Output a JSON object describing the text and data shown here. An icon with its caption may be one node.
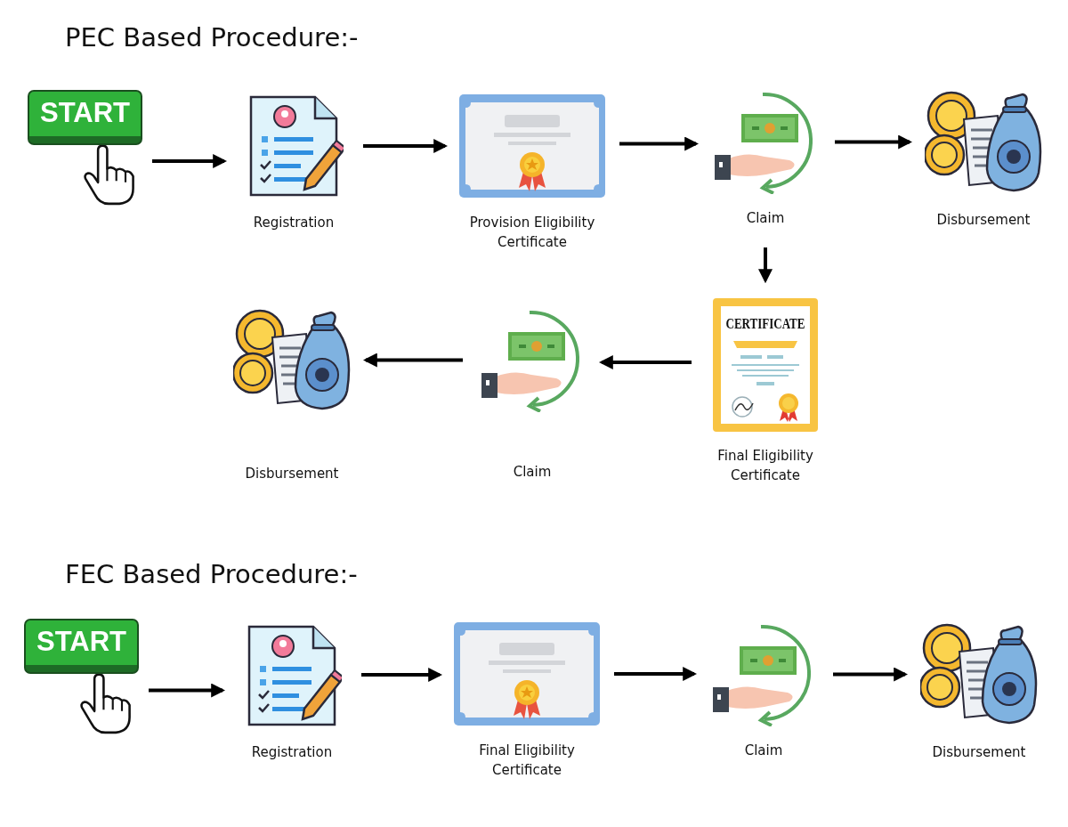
{
  "diagram": {
    "nodes": [
      {
        "text": [
          "START"
        ]
      },
      {
        "text": [
          "Registration"
        ]
      },
      {
        "text": [
          "Provision Eligibility Certificate"
        ]
      },
      {
        "text": [
          "Claim"
        ]
      },
      {
        "text": [
          "Disbursement"
        ]
      },
      {
        "text": [
          "CERTIFICATE",
          "Final Eligibility Certificate"
        ]
      },
      {
        "text": [
          "Claim"
        ]
      },
      {
        "text": [
          "Disbursement"
        ]
      },
      {
        "text": [
          "START"
        ]
      },
      {
        "text": [
          "Registration"
        ]
      },
      {
        "text": [
          "Final Eligibility Certificate"
        ]
      },
      {
        "text": [
          "Claim"
        ]
      },
      {
        "text": [
          "Disbursement"
        ]
      }
    ],
    "edges": [
      {
        "from": 0,
        "to": 1,
        "arrow": "to"
      },
      {
        "from": 1,
        "to": 2,
        "arrow": "to"
      },
      {
        "from": 2,
        "to": 3,
        "arrow": "to"
      },
      {
        "from": 3,
        "to": 4,
        "arrow": "to"
      },
      {
        "from": 3,
        "to": 5,
        "arrow": "to"
      },
      {
        "from": 5,
        "to": 6,
        "arrow": "to"
      },
      {
        "from": 6,
        "to": 7,
        "arrow": "to"
      },
      {
        "from": 8,
        "to": 9,
        "arrow": "to"
      },
      {
        "from": 9,
        "to": 10,
        "arrow": "to"
      },
      {
        "from": 10,
        "to": 11,
        "arrow": "to"
      },
      {
        "from": 11,
        "to": 12,
        "arrow": "to"
      }
    ],
    "labels": [
      "PEC Based Procedure:-",
      "FEC Based Procedure:-"
    ]
  }
}
